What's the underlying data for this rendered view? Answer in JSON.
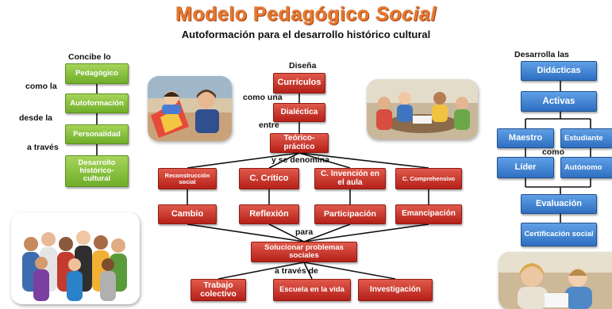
{
  "header": {
    "title_main": "Modelo Pedagógico",
    "title_italic": "Social",
    "subtitle": "Autoformación para el desarrollo histórico cultural"
  },
  "left": {
    "concibe_lo": "Concibe lo",
    "pedagogico": "Pedagógico",
    "como_la": "como la",
    "autoformacion": "Autoformación",
    "desde_la": "desde la",
    "personalidad": "Personalidad",
    "a_traves": "a través",
    "desarrollo": "Desarrollo histórico-cultural"
  },
  "center": {
    "disena": "Diseña",
    "curriculos": "Currículos",
    "como_una": "como una",
    "dialectica": "Dialéctica",
    "entre": "entre",
    "teorico": "Teórico-práctico",
    "y_se_denomina": "y se denomina",
    "reconstruccion": "Reconstrucción social",
    "c_critico": "C. Crítico",
    "c_invencion": "C. Invención en el aula",
    "c_comprehensivo": "C. Comprehensivo",
    "cambio": "Cambio",
    "reflexion": "Reflexión",
    "participacion": "Participación",
    "emancipacion": "Emancipación",
    "para": "para",
    "solucionar": "Solucionar problemas sociales",
    "a_traves_de": "a través de",
    "trabajo": "Trabajo colectivo",
    "escuela": "Escuela en la vida",
    "investigacion": "Investigación"
  },
  "right": {
    "desarrolla_las": "Desarrolla las",
    "didacticas": "Didácticas",
    "activas": "Activas",
    "maestro": "Maestro",
    "estudiante": "Estudiante",
    "como": "como",
    "lider": "Líder",
    "autonomo": "Autónomo",
    "evaluacion": "Evaluación",
    "certificacion": "Certificación social"
  },
  "colors": {
    "title": "#e8782a",
    "green": "#7cbb35",
    "red": "#c8302a",
    "blue": "#3a7dd0",
    "connector": "#111111"
  }
}
